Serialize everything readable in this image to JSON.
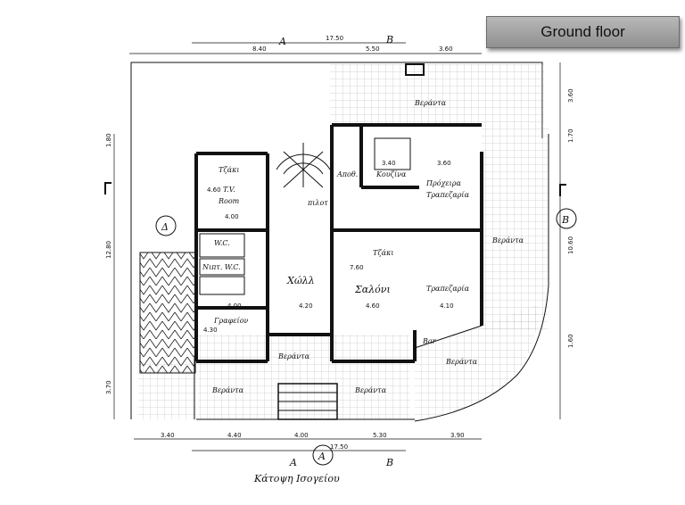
{
  "title": "Ground floor",
  "dimensions": {
    "top_total": "17.50",
    "top_left": "8.40",
    "top_mid": "5.50",
    "top_right": "3.60",
    "bottom_total": "17.50",
    "bottom_1": "3.40",
    "bottom_2": "4.40",
    "bottom_3": "4.00",
    "bottom_4": "5.30",
    "bottom_5": "3.90",
    "left_total": "12.80",
    "left_bottom": "3.70",
    "left_top": "1.80",
    "right_top": "3.60",
    "right_1": "1.70",
    "right_mid": "10.60",
    "right_low": "1.60"
  },
  "section_marks": {
    "a": "A",
    "b": "B",
    "circle_a": "A",
    "circle_b": "B",
    "delta": "Δ"
  },
  "rooms": {
    "tzaki_top": "Τζάκι",
    "tv": "T.V.",
    "room": "Room",
    "tv_w": "4.60",
    "tv_h": "4.00",
    "wc": "W.C.",
    "nip_wc": "Νιπτ. W.C.",
    "hall": "Χώλλ",
    "grafeio": "Γραφείον",
    "graf_w": "4.00",
    "graf_h": "4.30",
    "pilot": "πιλοτ",
    "hall_w": "4.20",
    "apot": "Αποθ.",
    "kouzina": "Κουζίνα",
    "kouz_dim": "3.40",
    "kouz_dim2": "3.60",
    "proxeira": "Πρόχειρα",
    "trap_top": "Τραπεζαρία",
    "tzaki_mid": "Τζάκι",
    "saloni": "Σαλόνι",
    "sal_w": "4.60",
    "sal_h": "7.60",
    "trapezaria": "Τραπεζαρία",
    "trap_w": "4.10",
    "bar": "Bar",
    "veranta_top": "Βεράντα",
    "veranta_right": "Βεράντα",
    "veranta_right_low": "Βεράντα",
    "veranta_mid": "Βεράντα",
    "veranta_bl": "Βεράντα",
    "veranta_bc": "Βεράντα"
  },
  "caption": "Κάτοψη Ισογείου"
}
